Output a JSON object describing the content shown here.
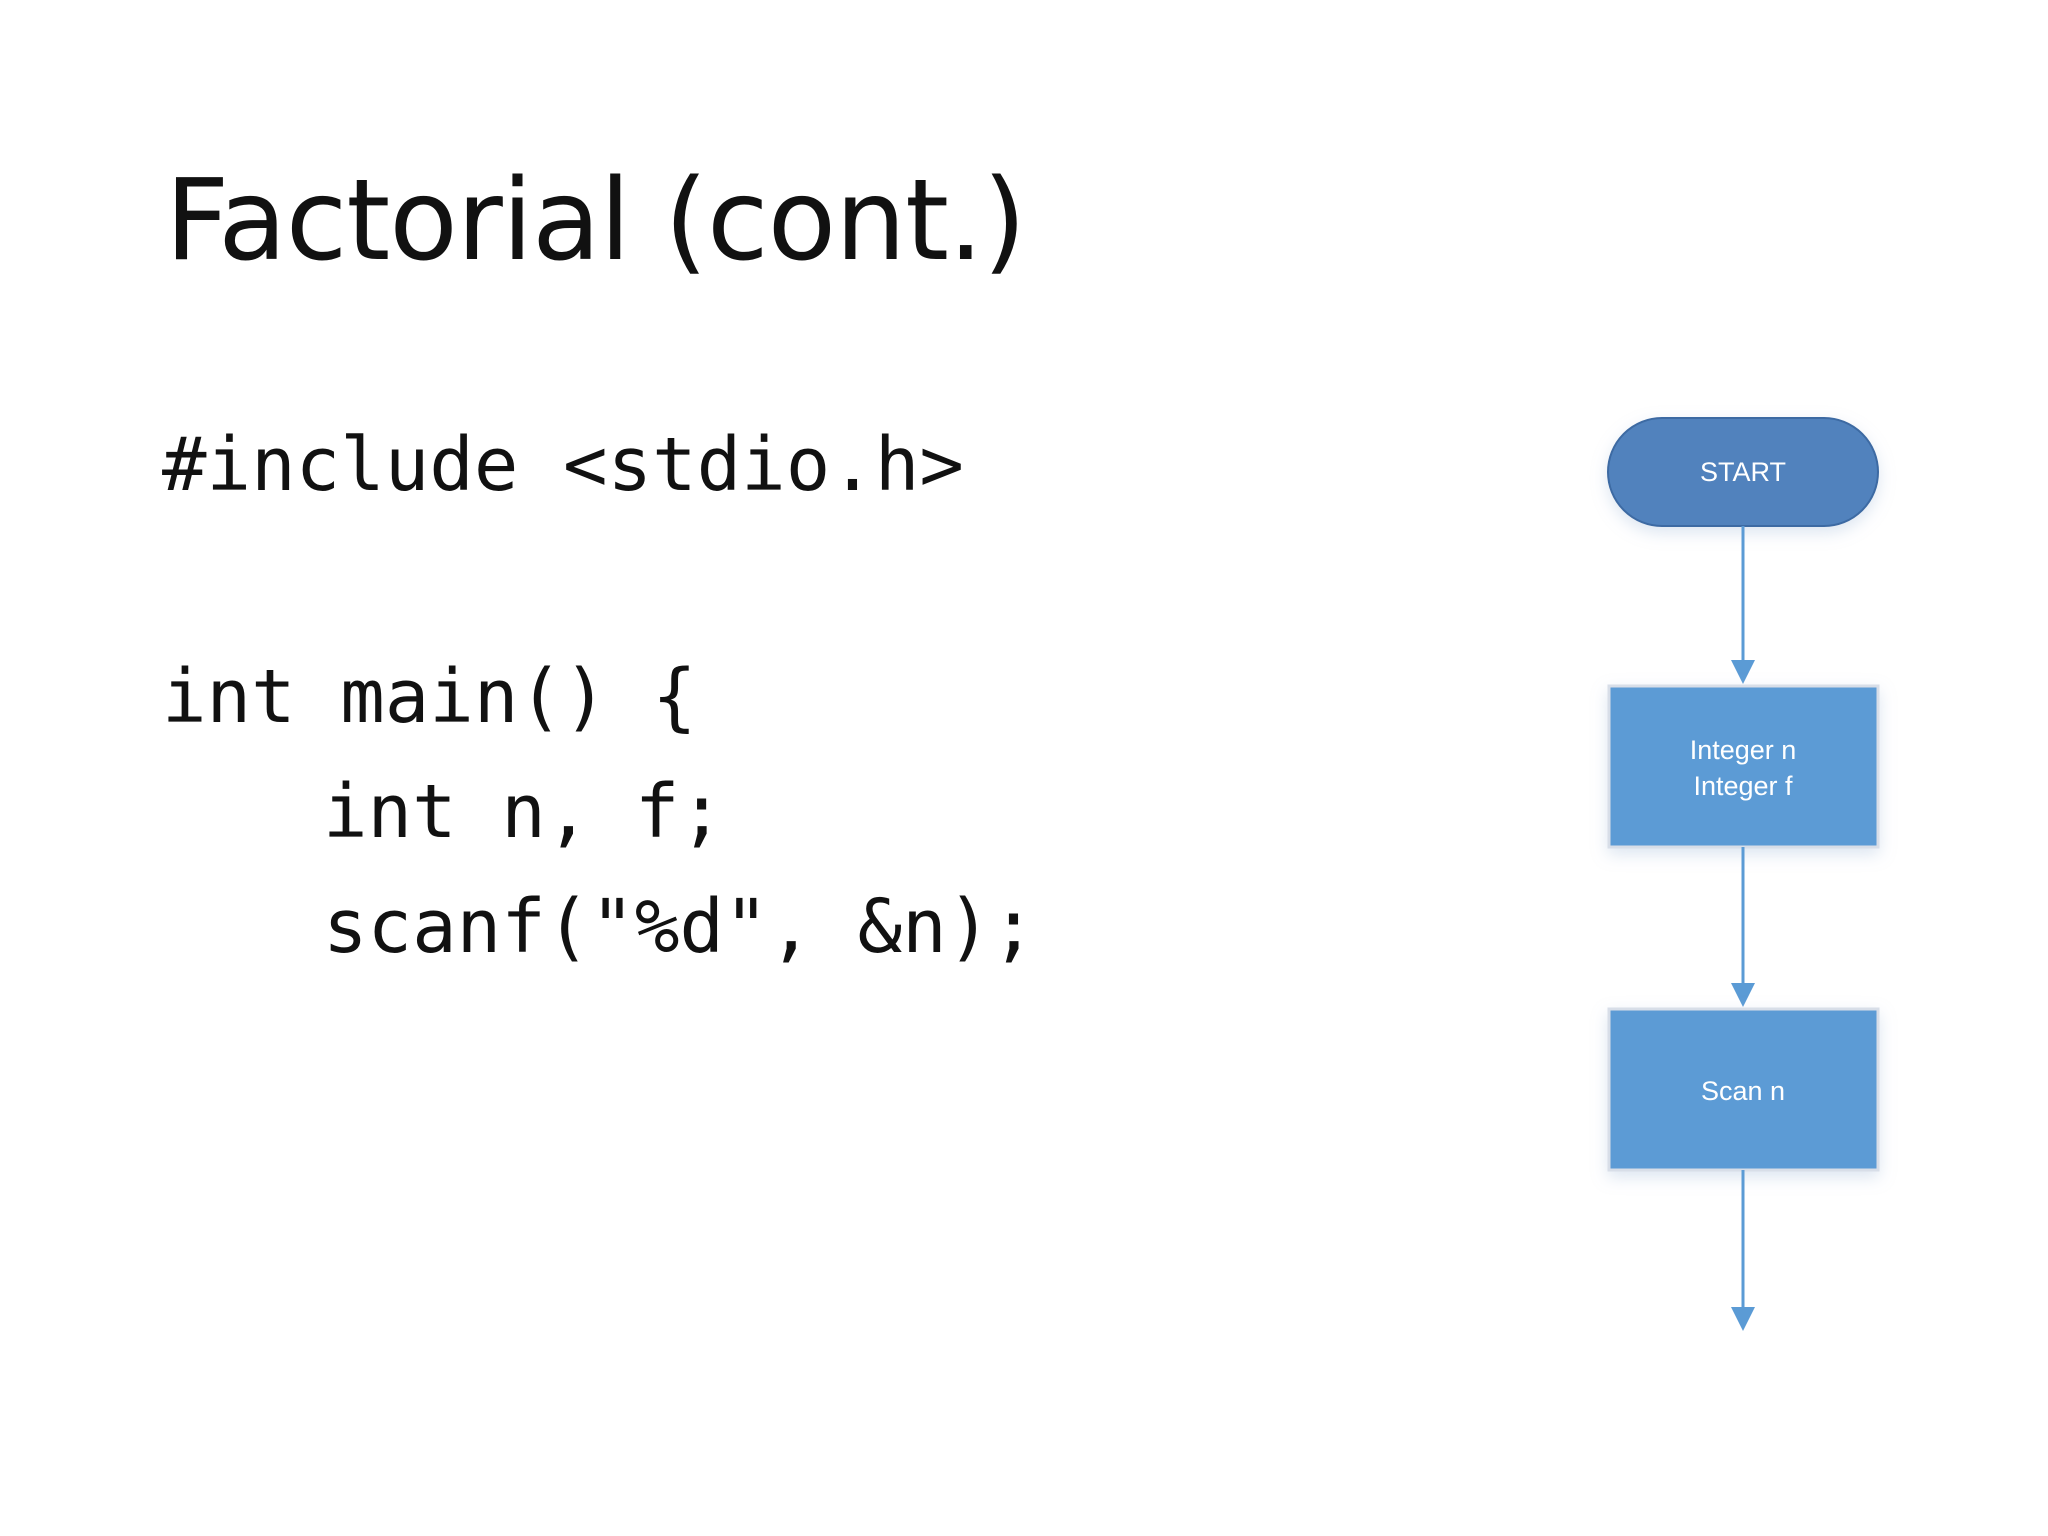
{
  "slide": {
    "title": "Factorial (cont.)",
    "code_lines": [
      "#include <stdio.h>",
      "int main() {",
      "int n, f;",
      "scanf(\"%d\", &n);"
    ]
  },
  "flowchart": {
    "start_label": "START",
    "declare_lines": [
      "Integer n",
      "Integer f"
    ],
    "scan_label": "Scan n",
    "colors": {
      "terminal_fill": "#5182BD",
      "terminal_stroke": "#3D6BA3",
      "process_fill": "#5B9BD5",
      "process_stroke": "#D8DEE8",
      "arrow": "#5B9BD5"
    }
  }
}
